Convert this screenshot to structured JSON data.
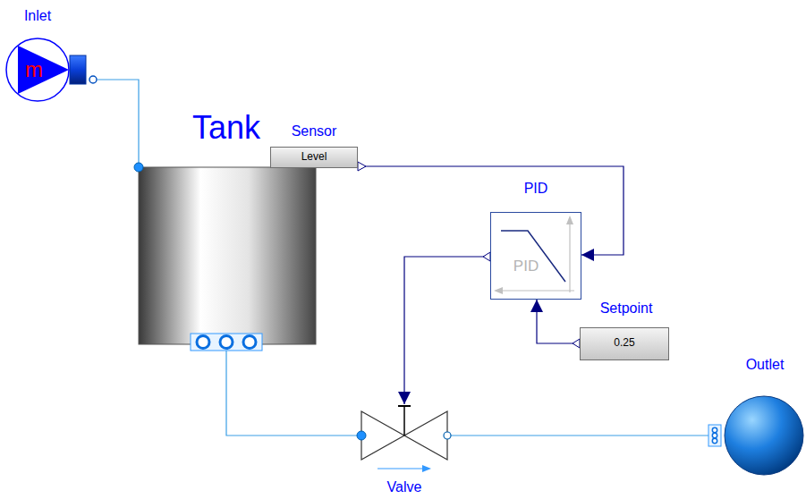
{
  "diagram": {
    "nodes": [
      {
        "text": [
          "Inlet",
          "m"
        ]
      },
      {
        "text": [
          "Tank"
        ]
      },
      {
        "text": [
          "Sensor",
          "Level"
        ]
      },
      {
        "text": [
          "PID",
          "PID"
        ]
      },
      {
        "text": [
          "Setpoint",
          "0.25"
        ]
      },
      {
        "text": [
          "Valve"
        ]
      },
      {
        "text": [
          "Outlet"
        ]
      }
    ],
    "edges": [
      {
        "from": 0,
        "to": 1,
        "arrow": "none"
      },
      {
        "from": 1,
        "to": 5,
        "arrow": "none"
      },
      {
        "from": 5,
        "to": 6,
        "arrow": "none"
      },
      {
        "from": 2,
        "to": 3,
        "arrow": "to"
      },
      {
        "from": 4,
        "to": 3,
        "arrow": "to"
      },
      {
        "from": 3,
        "to": 5,
        "arrow": "to"
      }
    ]
  }
}
